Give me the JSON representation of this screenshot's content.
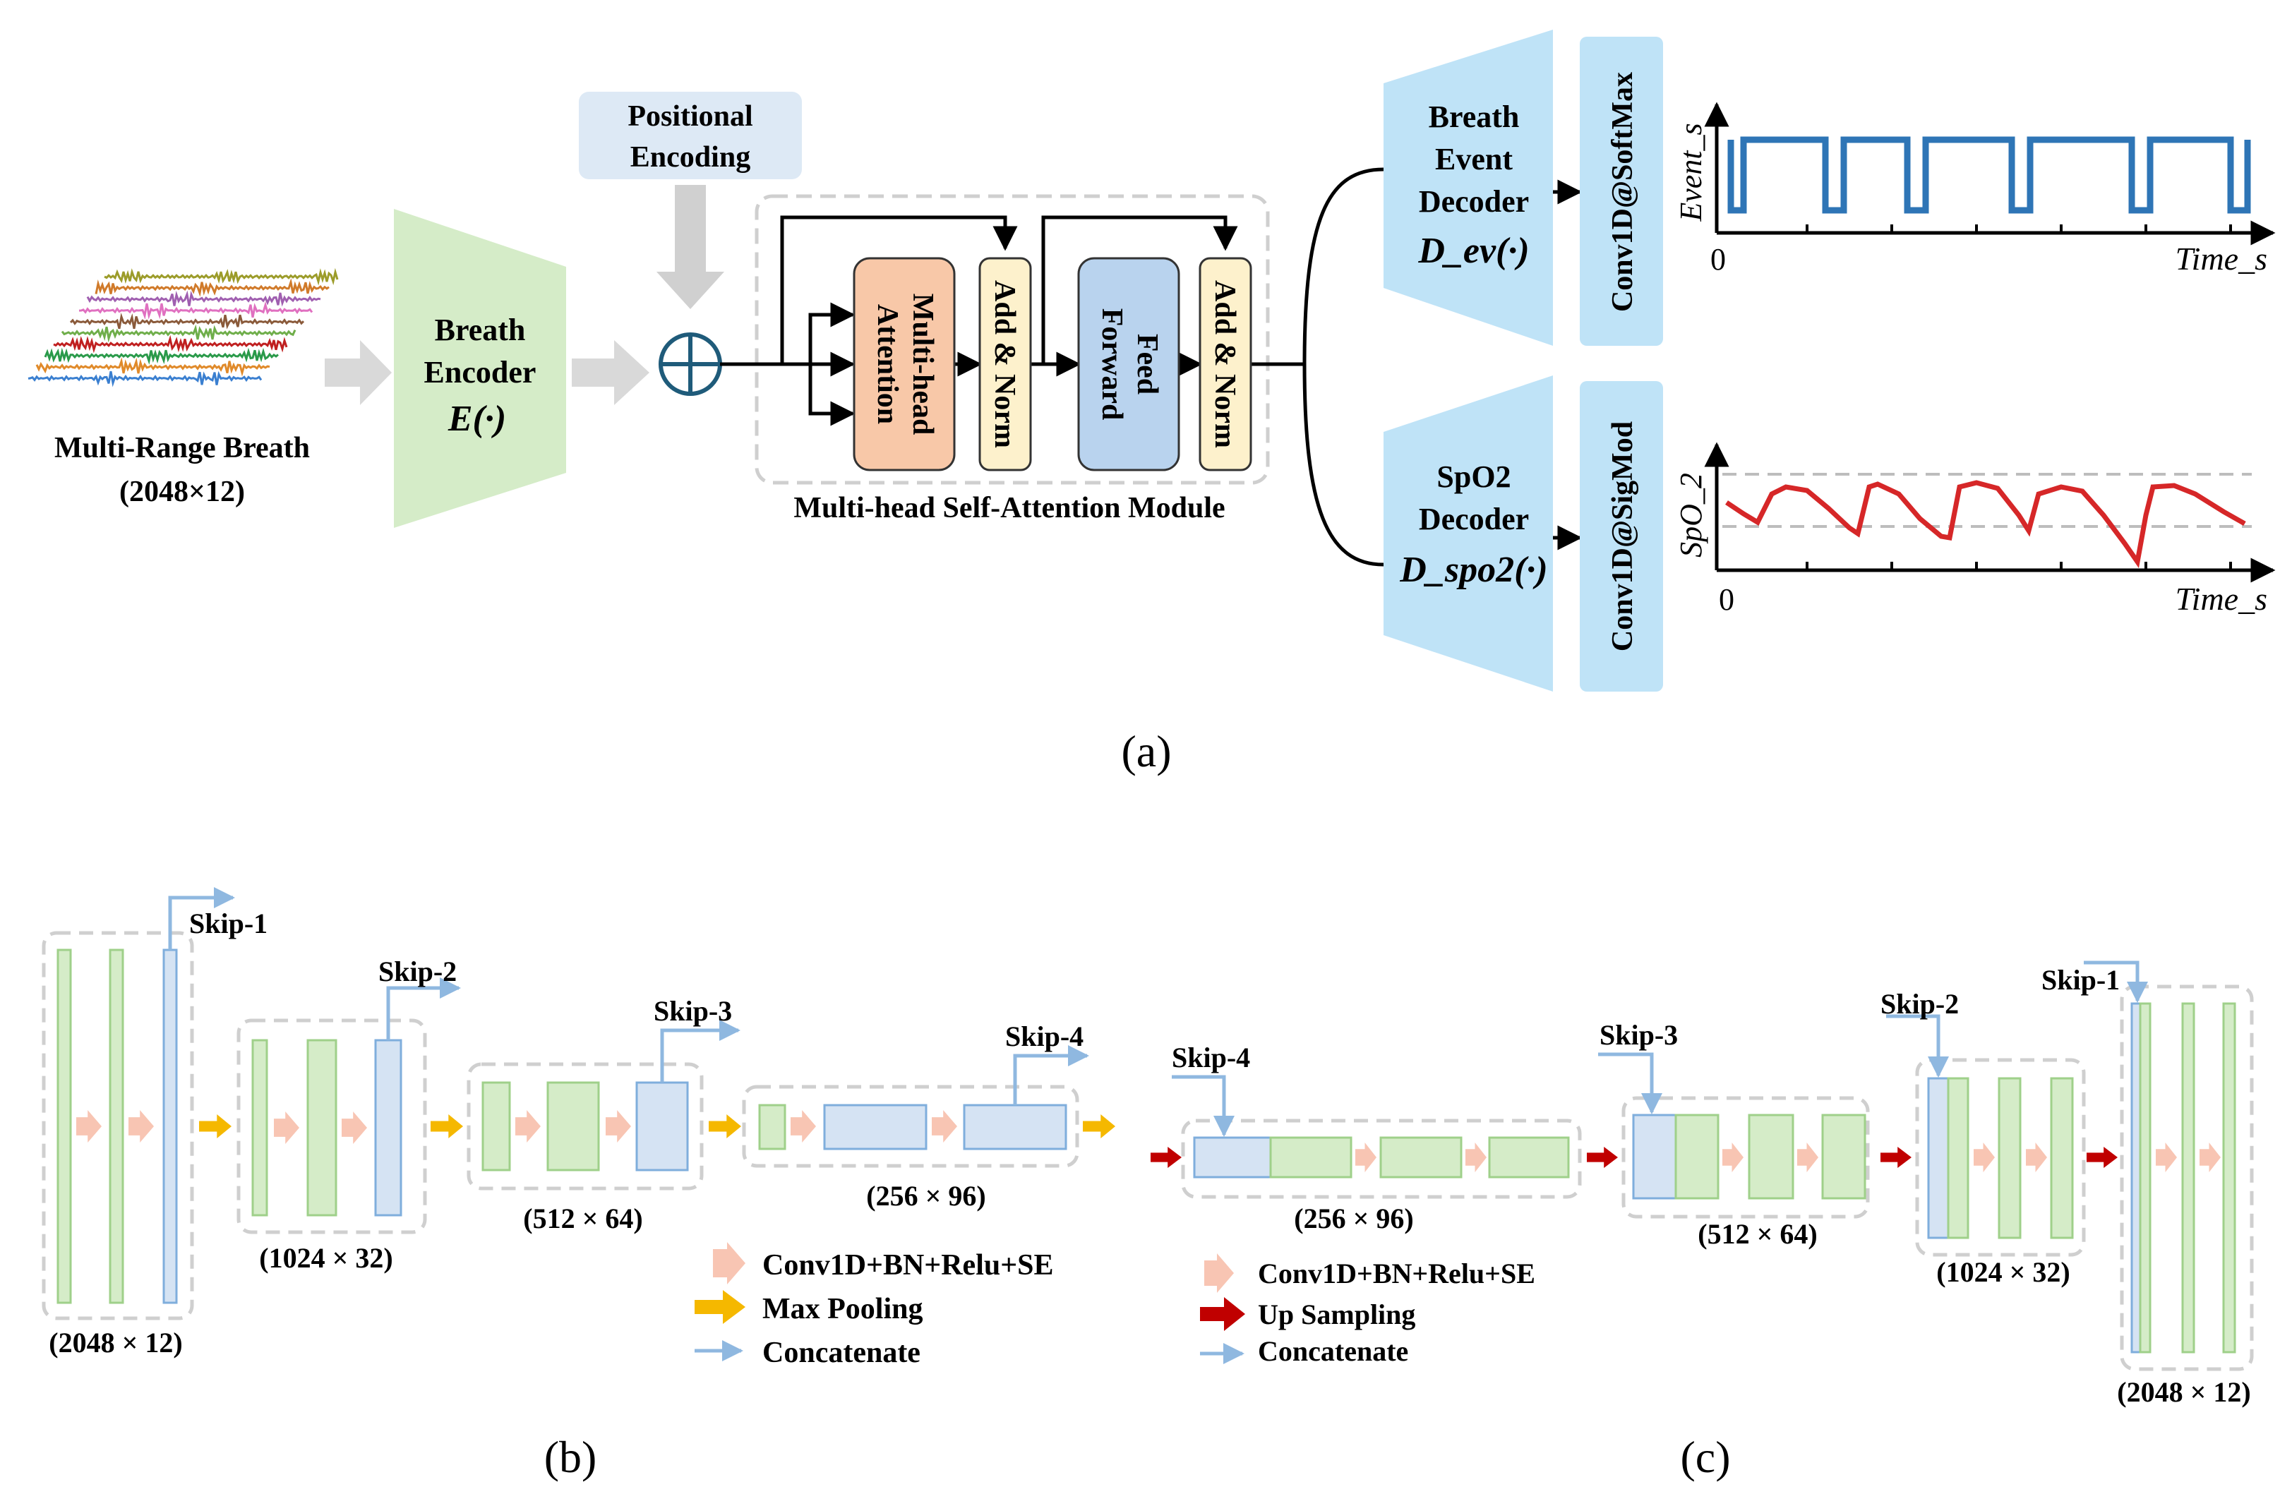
{
  "panel_a": {
    "caption": "(a)",
    "input_label": "Multi-Range Breath",
    "input_dims": "(2048×12)",
    "encoder_line1": "Breath",
    "encoder_line2": "Encoder",
    "encoder_symbol": "E(·)",
    "positional_line1": "Positional",
    "positional_line2": "Encoding",
    "attention_line1": "Multi-head",
    "attention_line2": "Attention",
    "add_norm_1": "Add & Norm",
    "feed_line1": "Feed",
    "feed_line2": "Forward",
    "add_norm_2": "Add & Norm",
    "module_label": "Multi-head Self-Attention Module",
    "event_decoder_line1": "Breath",
    "event_decoder_line2": "Event",
    "event_decoder_line3": "Decoder",
    "event_decoder_symbol": "D_ev(·)",
    "event_head": "Conv1D@SoftMax",
    "spo2_decoder_line1": "SpO2",
    "spo2_decoder_line2": "Decoder",
    "spo2_decoder_symbol": "D_spo2(·)",
    "spo2_head": "Conv1D@SigMod",
    "event_plot_ylabel": "Event_s",
    "event_plot_xlabel": "Time_s",
    "event_plot_origin": "0",
    "spo2_plot_ylabel": "SpO_2",
    "spo2_plot_xlabel": "Time_s",
    "spo2_plot_origin": "0"
  },
  "panel_b": {
    "caption": "(b)",
    "skips": [
      "Skip-1",
      "Skip-2",
      "Skip-3",
      "Skip-4"
    ],
    "dims": [
      "(2048 × 12)",
      "(1024 × 32)",
      "(512 × 64)",
      "(256 × 96)"
    ],
    "legend_conv": "Conv1D+BN+Relu+SE",
    "legend_pool": "Max Pooling",
    "legend_concat": "Concatenate"
  },
  "panel_c": {
    "caption": "(c)",
    "skips": [
      "Skip-4",
      "Skip-3",
      "Skip-2",
      "Skip-1"
    ],
    "dims": [
      "(256 × 96)",
      "(512 × 64)",
      "(1024 × 32)",
      "(2048 × 12)"
    ],
    "legend_conv": "Conv1D+BN+Relu+SE",
    "legend_up": "Up Sampling",
    "legend_concat": "Concatenate"
  },
  "colors": {
    "green_fill": "#d5ecc8",
    "green_stroke": "#9fd08a",
    "blue_fill": "#d5e3f3",
    "blue_stroke": "#7faedc",
    "salmon": "#f8c5b3",
    "pool_arrow": "#f5b800",
    "up_arrow": "#c00000",
    "concat_arrow": "#8fb8e0",
    "decoder": "#bfe3f7",
    "encoder": "#d5ecc8",
    "attention": "#f8c8a8",
    "feed_forward": "#b9d3ee",
    "add_norm": "#fdf1cc",
    "event_curve": "#2e75b6",
    "spo2_curve": "#d62728"
  }
}
